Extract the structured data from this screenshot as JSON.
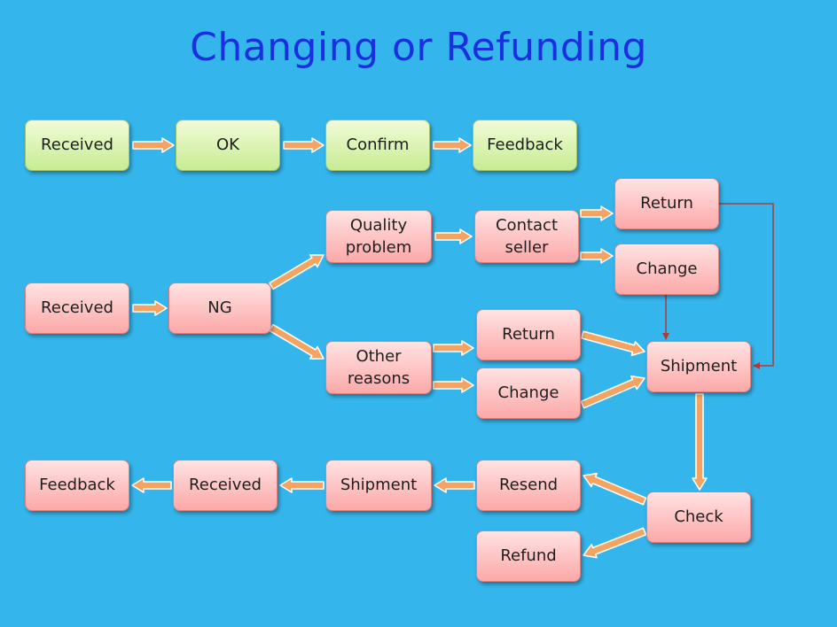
{
  "title": "Changing or Refunding",
  "colors": {
    "background": "#34b6ec",
    "title": "#1a2fe0",
    "ok_path_fill": "#c7ec93",
    "ng_path_fill": "#fca8a8",
    "arrow_fill": "#f4a460",
    "connector_line": "#b03a3a"
  },
  "ok_flow": [
    "Received",
    "OK",
    "Confirm",
    "Feedback"
  ],
  "ng_flow": {
    "received": "Received",
    "ng": "NG",
    "quality_problem": "Quality\nproblem",
    "contact_seller": "Contact\nseller",
    "seller_return": "Return",
    "seller_change": "Change",
    "other_reasons": "Other\nreasons",
    "other_return": "Return",
    "other_change": "Change",
    "shipment": "Shipment",
    "check": "Check",
    "resend": "Resend",
    "refund": "Refund",
    "final_shipment": "Shipment",
    "final_received": "Received",
    "final_feedback": "Feedback"
  }
}
